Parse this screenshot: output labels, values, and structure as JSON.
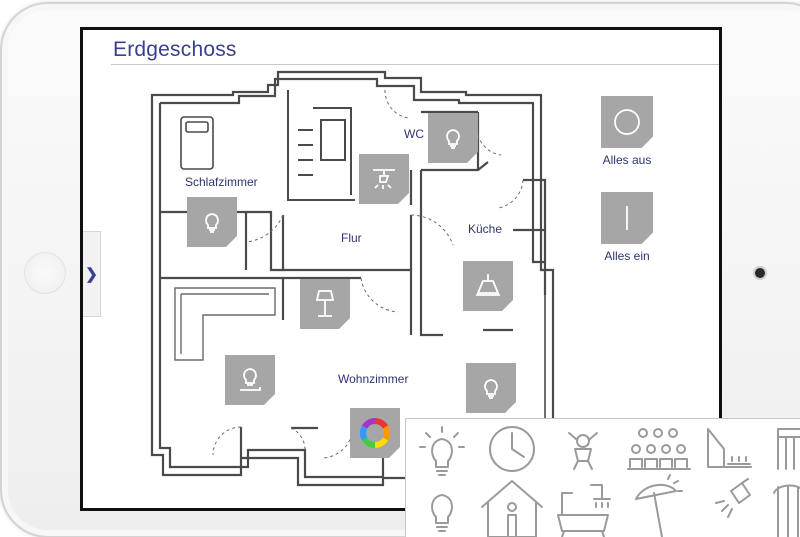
{
  "floor": {
    "title": "Erdgeschoss"
  },
  "rooms": {
    "bedroom": "Schlafzimmer",
    "hall": "Flur",
    "wc": "WC",
    "kitchen": "Küche",
    "living": "Wohnzimmer"
  },
  "actions": {
    "all_off": {
      "label": "Alles aus",
      "icon": "power-off-circle-icon"
    },
    "all_on": {
      "label": "Alles ein",
      "icon": "power-on-line-icon"
    }
  },
  "tiles": [
    {
      "room": "Schlafzimmer",
      "icon": "light-bulb-icon"
    },
    {
      "room": "Flur",
      "icon": "spotlight-icon"
    },
    {
      "room": "WC",
      "icon": "light-bulb-icon"
    },
    {
      "room": "Küche",
      "icon": "pendant-lamp-icon"
    },
    {
      "room": "Wohnzimmer",
      "icon": "floor-lamp-icon"
    },
    {
      "room": "Wohnzimmer",
      "icon": "wall-light-icon"
    },
    {
      "room": "Wohnzimmer",
      "icon": "light-bulb-icon"
    },
    {
      "room": "Wohnzimmer",
      "icon": "color-wheel-icon"
    }
  ],
  "palette": [
    "bright-bulb-icon",
    "clock-icon",
    "baby-icon",
    "group-people-icon",
    "floor-heating-icon",
    "radiator-icon",
    "bulb-icon",
    "house-person-icon",
    "bathtub-icon",
    "parasol-icon",
    "spotlight-icon",
    "heater-icon"
  ],
  "colors": {
    "title": "#3a3f8f",
    "tile": "#a6a6a6",
    "wall": "#4a4a4a"
  }
}
